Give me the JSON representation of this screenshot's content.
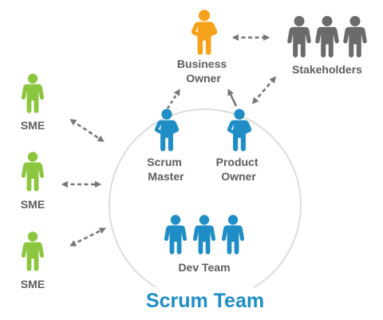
{
  "labels": {
    "business_owner": [
      "Business",
      "Owner"
    ],
    "stakeholders": "Stakeholders",
    "scrum_master": [
      "Scrum",
      "Master"
    ],
    "product_owner": [
      "Product",
      "Owner"
    ],
    "dev_team": "Dev Team",
    "sme": [
      "SME",
      "SME",
      "SME"
    ],
    "scrum_team": "Scrum Team"
  },
  "colors": {
    "business_owner": "#f6a21b",
    "stakeholders": "#6b6b6b",
    "scrum_team_member": "#1f8ec6",
    "sme": "#8cc63f",
    "arrow": "#777777",
    "circle": "#dcdcdc",
    "label_text": "#5d5d5d",
    "scrum_team_title": "#1f8ec6"
  },
  "icons": {
    "person": "person-icon"
  }
}
